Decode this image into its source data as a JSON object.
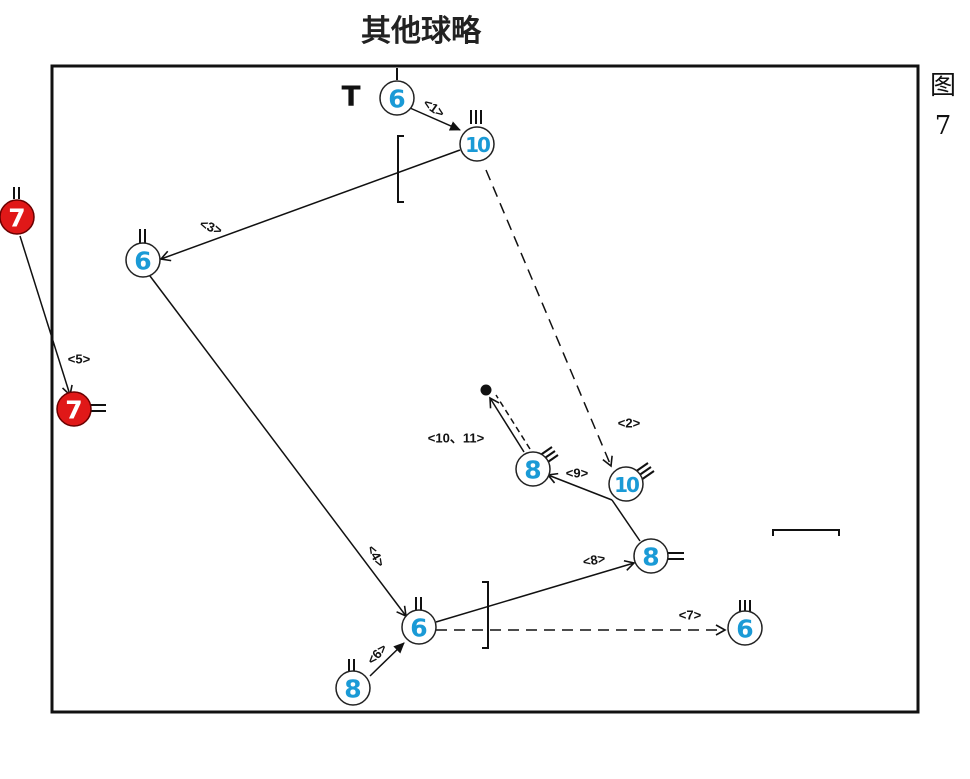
{
  "title": "其他球略",
  "figure_label": {
    "top": "图",
    "bottom": "7"
  },
  "marker_t": "T",
  "colors": {
    "blue": "#1a9ad6",
    "red": "#e01818",
    "line": "#111111"
  },
  "players": [
    {
      "id": "p-6-top",
      "number": "6",
      "team": "blue"
    },
    {
      "id": "p-10-top",
      "number": "10",
      "team": "blue"
    },
    {
      "id": "p-6-left",
      "number": "6",
      "team": "blue"
    },
    {
      "id": "p-7-outside",
      "number": "7",
      "team": "red"
    },
    {
      "id": "p-7-side",
      "number": "7",
      "team": "red"
    },
    {
      "id": "p-8-mid",
      "number": "8",
      "team": "blue"
    },
    {
      "id": "p-10-mid",
      "number": "10",
      "team": "blue"
    },
    {
      "id": "p-8-right",
      "number": "8",
      "team": "blue"
    },
    {
      "id": "p-6-bottom",
      "number": "6",
      "team": "blue"
    },
    {
      "id": "p-6-right",
      "number": "6",
      "team": "blue"
    },
    {
      "id": "p-8-bottom",
      "number": "8",
      "team": "blue"
    }
  ],
  "steps": [
    "<1>",
    "<2>",
    "<3>",
    "<4>",
    "<5>",
    "<6>",
    "<7>",
    "<8>",
    "<9>",
    "<10、11>"
  ]
}
